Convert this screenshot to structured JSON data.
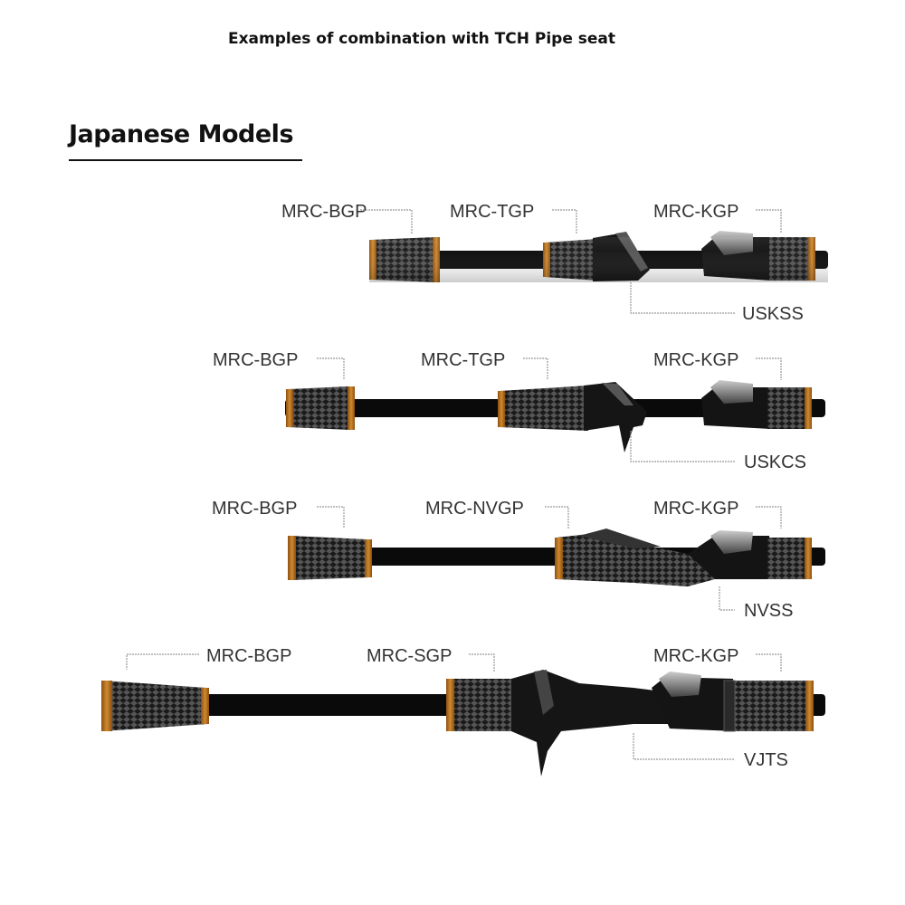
{
  "header": {
    "title": "Examples of combination with TCH Pipe seat"
  },
  "section": {
    "title": "Japanese Models"
  },
  "colors": {
    "cork": "#b8701e",
    "grip": "#1c1c1c",
    "blank": "#0a0a0a",
    "leader": "#999999"
  },
  "rods": [
    {
      "labels": {
        "butt": "MRC-BGP",
        "fore": "MRC-TGP",
        "front": "MRC-KGP",
        "seat": "USKSS"
      }
    },
    {
      "labels": {
        "butt": "MRC-BGP",
        "fore": "MRC-TGP",
        "front": "MRC-KGP",
        "seat": "USKCS"
      }
    },
    {
      "labels": {
        "butt": "MRC-BGP",
        "fore": "MRC-NVGP",
        "front": "MRC-KGP",
        "seat": "NVSS"
      }
    },
    {
      "labels": {
        "butt": "MRC-BGP",
        "fore": "MRC-SGP",
        "front": "MRC-KGP",
        "seat": "VJTS"
      }
    }
  ]
}
